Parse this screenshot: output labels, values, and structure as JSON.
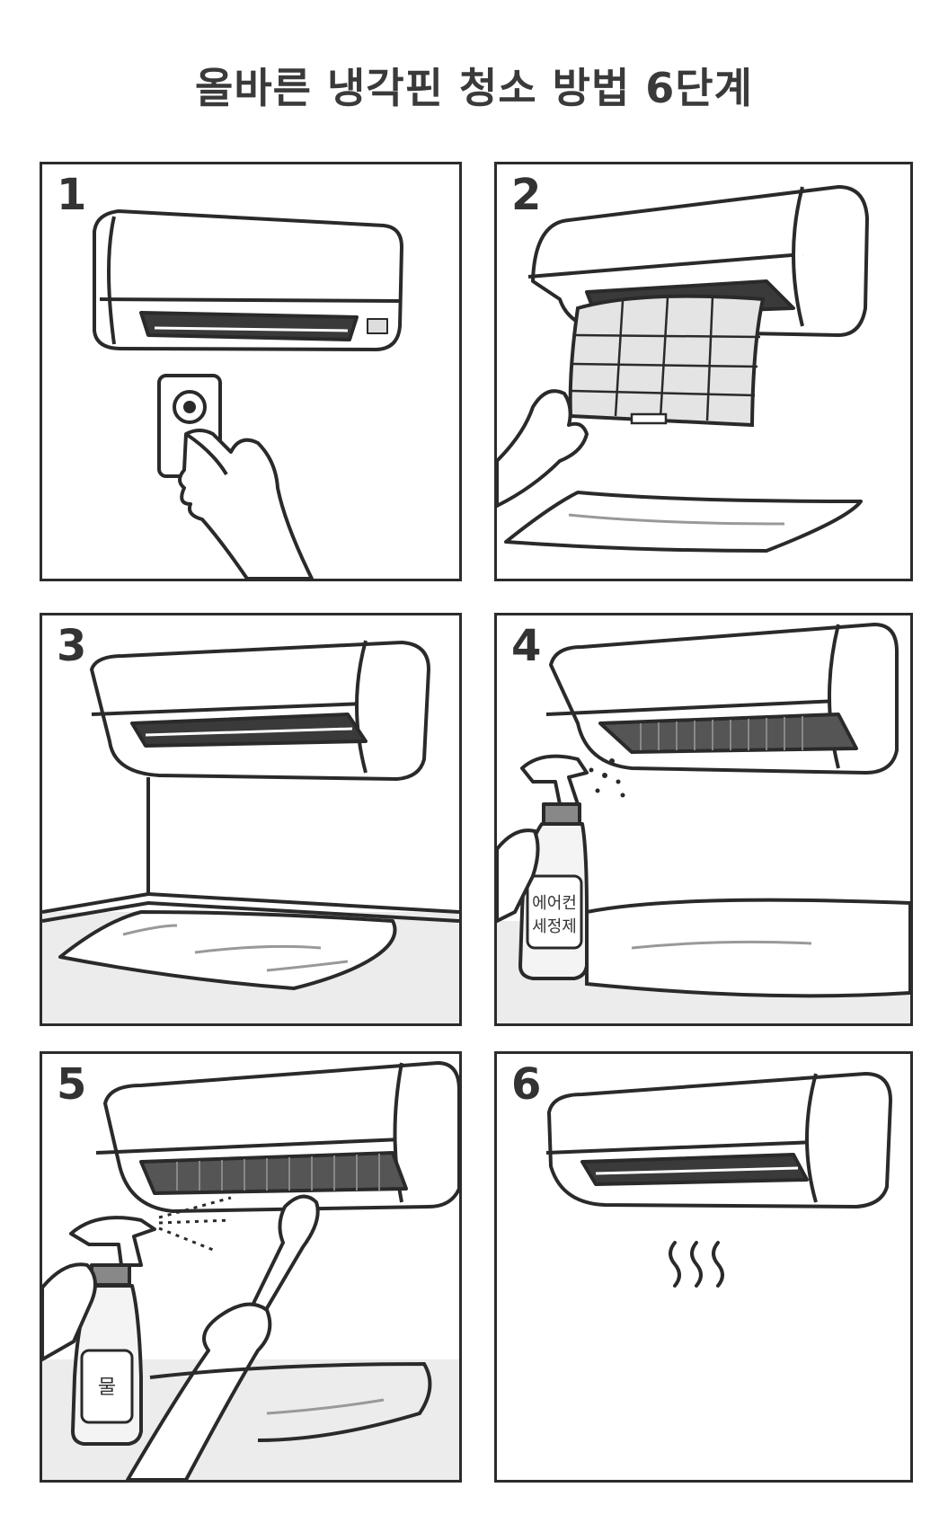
{
  "title": "올바른 냉각핀 청소 방법 6단계",
  "panels": [
    {
      "number": "1"
    },
    {
      "number": "2"
    },
    {
      "number": "3"
    },
    {
      "number": "4",
      "bottle_label_line1": "에어컨",
      "bottle_label_line2": "세정제"
    },
    {
      "number": "5",
      "bottle_label": "물"
    },
    {
      "number": "6"
    }
  ]
}
